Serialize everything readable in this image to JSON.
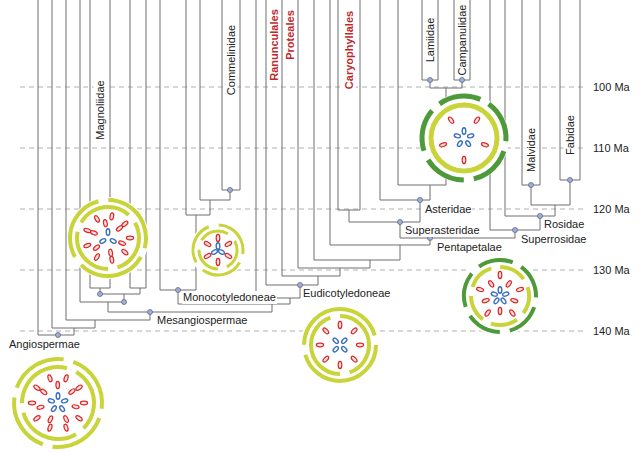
{
  "diagram": {
    "labels": [
      "Magnoliidae",
      "Commelinidae",
      "Ranunculales",
      "Proteales",
      "Caryophyllales",
      "Lamiidae",
      "Campanulidae",
      "Malvidae",
      "Fabidae",
      "100 Ma",
      "110 Ma",
      "120 Ma",
      "130 Ma",
      "140 Ma",
      "Asteridae",
      "Superasteridae",
      "Pentapetalae",
      "Superrosidae",
      "Rosidae",
      "Monocotyledoneae",
      "Mesangiospermae",
      "Eudicotyledoneae",
      "Angiospermae"
    ]
  }
}
